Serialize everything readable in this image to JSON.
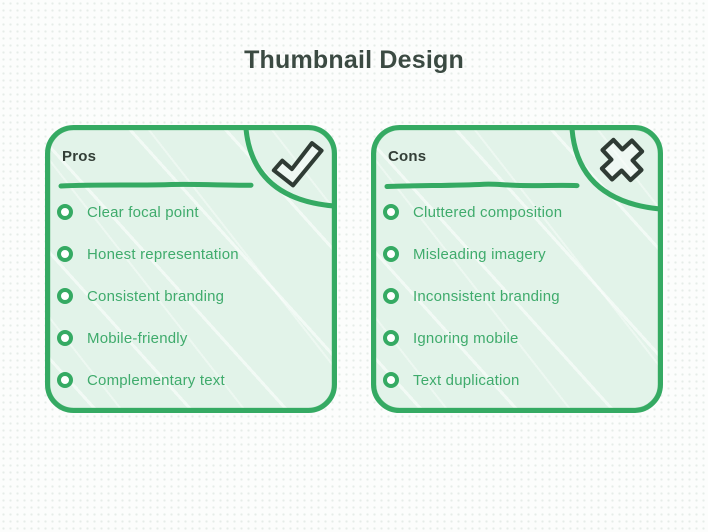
{
  "page": {
    "title": "Thumbnail Design"
  },
  "colors": {
    "accent_green": "#35AA63",
    "text_green": "#3FAB6C",
    "heading_dark": "#333E37",
    "title_dark": "#3B4A42",
    "card_background": "#E2F3E9",
    "icon_outline": "#2F3B34",
    "page_background": "#FCFDFC"
  },
  "cards": [
    {
      "title": "Pros",
      "icon": "check-icon",
      "items": [
        "Clear focal point",
        "Honest representation",
        "Consistent branding",
        "Mobile-friendly",
        "Complementary text"
      ]
    },
    {
      "title": "Cons",
      "icon": "cross-icon",
      "items": [
        "Cluttered composition",
        "Misleading imagery",
        "Inconsistent branding",
        "Ignoring mobile",
        "Text duplication"
      ]
    }
  ]
}
